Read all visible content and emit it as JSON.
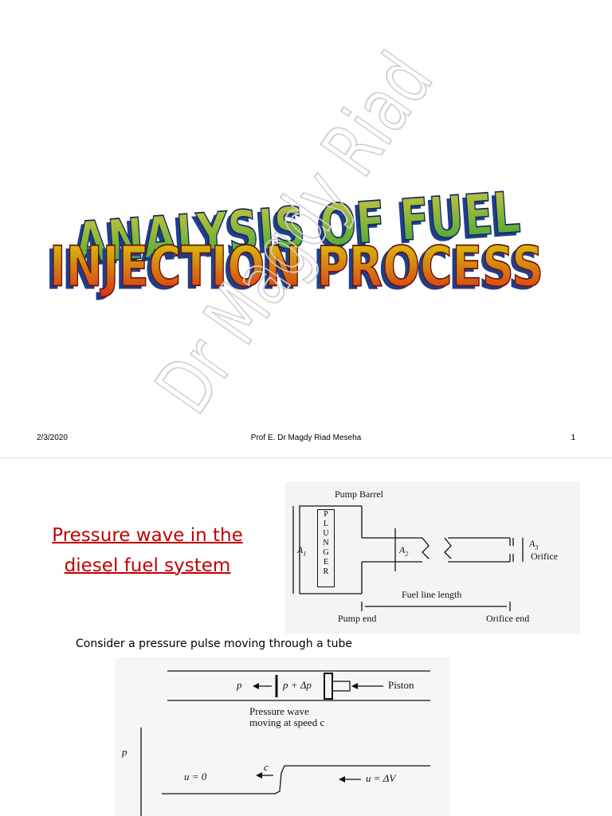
{
  "slide1": {
    "title_line1": "ANALYSIS OF FUEL",
    "title_line2": "INJECTION PROCESS",
    "watermark": "Dr Magdy Riad",
    "footer": {
      "date": "2/3/2020",
      "author": "Prof E. Dr Magdy Riad Meseha",
      "page": "1"
    },
    "colors": {
      "line1_top": "#d2c63a",
      "line1_bottom": "#3aa43a",
      "line2_top": "#d7d40a",
      "line2_bottom": "#d62a1c",
      "extrude": "#1f3f8a"
    }
  },
  "slide2": {
    "title_line1": "Pressure wave in the",
    "title_line2": "diesel fuel system",
    "title_color": "#c00000",
    "figure1": {
      "pump_barrel": "Pump Barrel",
      "plunger_letters": [
        "P",
        "L",
        "U",
        "N",
        "G",
        "E",
        "R"
      ],
      "a1": "A",
      "a1_sub": "1",
      "a2": "A",
      "a2_sub": "2",
      "a3": "A",
      "a3_sub": "3",
      "orifice": "Orifice",
      "fuel_line_length": "Fuel line length",
      "pump_end": "Pump end",
      "orifice_end": "Orifice end"
    },
    "caption": "Consider a pressure pulse moving through a tube",
    "figure2": {
      "p_left": "p",
      "p_right": "p + Δp",
      "piston": "Piston",
      "wave_line1": "Pressure wave",
      "wave_line2": "moving at speed c",
      "axis_p": "p",
      "u0": "u = 0",
      "c": "c",
      "udv": "u = ΔV"
    }
  }
}
